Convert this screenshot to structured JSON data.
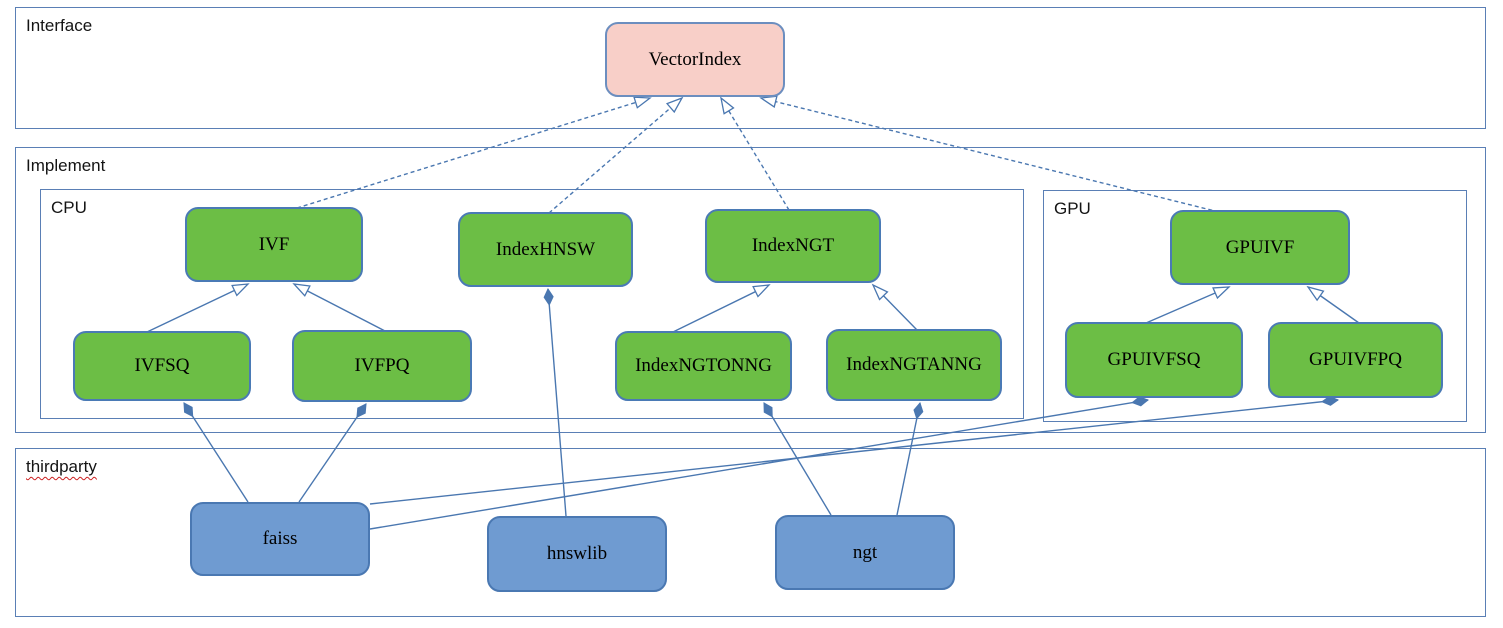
{
  "containers": {
    "interface": {
      "label": "Interface"
    },
    "implement": {
      "label": "Implement"
    },
    "cpu": {
      "label": "CPU"
    },
    "gpu": {
      "label": "GPU"
    },
    "thirdparty": {
      "label": "thirdparty"
    }
  },
  "nodes": {
    "vectorindex": {
      "label": "VectorIndex",
      "kind": "interface"
    },
    "ivf": {
      "label": "IVF",
      "kind": "cpu-implementation"
    },
    "indexhnsw": {
      "label": "IndexHNSW",
      "kind": "cpu-implementation"
    },
    "indexngt": {
      "label": "IndexNGT",
      "kind": "cpu-implementation"
    },
    "gpuivf": {
      "label": "GPUIVF",
      "kind": "gpu-implementation"
    },
    "ivfsq": {
      "label": "IVFSQ",
      "kind": "cpu-implementation"
    },
    "ivfpq": {
      "label": "IVFPQ",
      "kind": "cpu-implementation"
    },
    "indexngtonng": {
      "label": "IndexNGTONNG",
      "kind": "cpu-implementation"
    },
    "indexngtanng": {
      "label": "IndexNGTANNG",
      "kind": "cpu-implementation"
    },
    "gpuivfsq": {
      "label": "GPUIVFSQ",
      "kind": "gpu-implementation"
    },
    "gpuivfpq": {
      "label": "GPUIVFPQ",
      "kind": "gpu-implementation"
    },
    "faiss": {
      "label": "faiss",
      "kind": "thirdparty-library"
    },
    "hnswlib": {
      "label": "hnswlib",
      "kind": "thirdparty-library"
    },
    "ngt": {
      "label": "ngt",
      "kind": "thirdparty-library"
    }
  },
  "edges": [
    {
      "from": "ivf",
      "to": "vectorindex",
      "type": "realization",
      "points": [
        297,
        208,
        650,
        98
      ]
    },
    {
      "from": "indexhnsw",
      "to": "vectorindex",
      "type": "realization",
      "points": [
        549,
        213,
        682,
        98
      ]
    },
    {
      "from": "indexngt",
      "to": "vectorindex",
      "type": "realization",
      "points": [
        789,
        210,
        721,
        98
      ]
    },
    {
      "from": "gpuivf",
      "to": "vectorindex",
      "type": "realization",
      "points": [
        1219,
        212,
        761,
        98
      ]
    },
    {
      "from": "ivfsq",
      "to": "ivf",
      "type": "generalization",
      "points": [
        147,
        332,
        248,
        284
      ]
    },
    {
      "from": "ivfpq",
      "to": "ivf",
      "type": "generalization",
      "points": [
        385,
        331,
        294,
        284
      ]
    },
    {
      "from": "indexngtonng",
      "to": "indexngt",
      "type": "generalization",
      "points": [
        673,
        332,
        769,
        285
      ]
    },
    {
      "from": "indexngtanng",
      "to": "indexngt",
      "type": "generalization",
      "points": [
        917,
        330,
        873,
        285
      ]
    },
    {
      "from": "gpuivfsq",
      "to": "gpuivf",
      "type": "generalization",
      "points": [
        1146,
        323,
        1229,
        287
      ]
    },
    {
      "from": "gpuivfpq",
      "to": "gpuivf",
      "type": "generalization",
      "points": [
        1359,
        323,
        1308,
        287
      ]
    },
    {
      "from": "faiss",
      "to": "ivfsq",
      "type": "composition",
      "points": [
        248,
        502,
        184,
        403
      ]
    },
    {
      "from": "faiss",
      "to": "ivfpq",
      "type": "composition",
      "points": [
        299,
        502,
        366,
        404
      ]
    },
    {
      "from": "faiss",
      "to": "gpuivfsq",
      "type": "composition",
      "points": [
        370,
        529,
        1148,
        400
      ]
    },
    {
      "from": "faiss",
      "to": "gpuivfpq",
      "type": "composition",
      "points": [
        370,
        504,
        1338,
        400
      ]
    },
    {
      "from": "hnswlib",
      "to": "indexhnsw",
      "type": "composition",
      "points": [
        566,
        516,
        548,
        289
      ]
    },
    {
      "from": "ngt",
      "to": "indexngtonng",
      "type": "composition",
      "points": [
        831,
        515,
        764,
        403
      ]
    },
    {
      "from": "ngt",
      "to": "indexngtanng",
      "type": "composition",
      "points": [
        897,
        515,
        920,
        403
      ]
    }
  ],
  "colors": {
    "node_green": "#6cbe45",
    "node_green_border": "#4a7ab5",
    "node_pink": "#f8cfc8",
    "node_pink_border": "#6c8ebf",
    "node_blue": "#6f9bd1",
    "node_blue_border": "#4a78b2",
    "container_border": "#5a7fb5",
    "edge": "#4a77b0",
    "spellcheck_underline": "#cc1f1f"
  }
}
